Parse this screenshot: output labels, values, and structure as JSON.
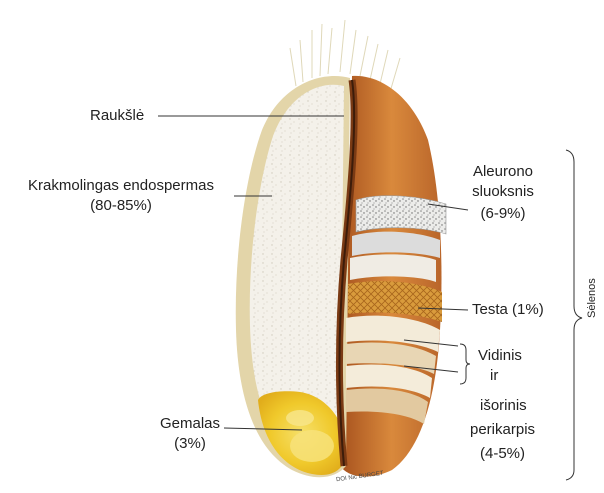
{
  "labels": {
    "fold": "Raukšlė",
    "endosperm": "Krakmolingas endospermas",
    "endosperm_pct": "(80-85%)",
    "germ": "Gemalas",
    "germ_pct": "(3%)",
    "aleurone_1": "Aleurono",
    "aleurone_2": "sluoksnis",
    "aleurone_pct": "(6-9%)",
    "testa": "Testa (1%)",
    "pericarp_1": "Vidinis",
    "pericarp_2": "ir",
    "pericarp_3": "išorinis",
    "pericarp_4": "perikarpis",
    "pericarp_pct": "(4-5%)",
    "bran": "Sėlenos"
  },
  "credit": "DOI  Nic BURGET",
  "colors": {
    "endosperm": "#f3efe6",
    "shell": "#eadfb8",
    "germ": "#f3d23a",
    "crease": "#7a3a14",
    "bran_orange": "#c8732c",
    "aleurone": "#e6e6e2",
    "testa": "#d59a3a",
    "pericarp": "#f2e7d2"
  }
}
